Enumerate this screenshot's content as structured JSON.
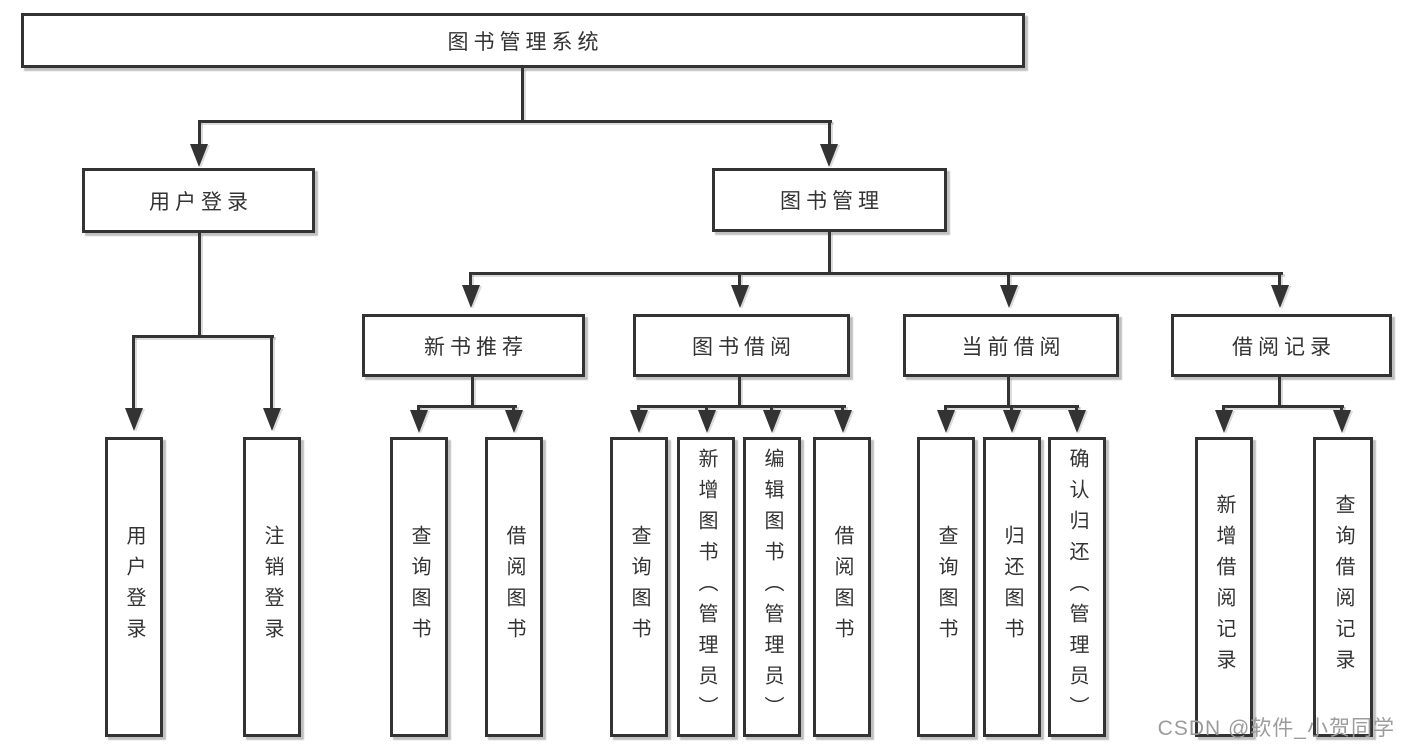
{
  "diagram_type": "hierarchy-function-structure",
  "tree": {
    "root": "图书管理系统",
    "children": [
      {
        "label": "用户登录",
        "children": [
          "用户登录",
          "注销登录"
        ]
      },
      {
        "label": "图书管理",
        "children": [
          {
            "label": "新书推荐",
            "children": [
              "查询图书",
              "借阅图书"
            ]
          },
          {
            "label": "图书借阅",
            "children": [
              "查询图书",
              "新增图书（管理员）",
              "编辑图书（管理员）",
              "借阅图书"
            ]
          },
          {
            "label": "当前借阅",
            "children": [
              "查询图书",
              "归还图书",
              "确认归还（管理员）"
            ]
          },
          {
            "label": "借阅记录",
            "children": [
              "新增借阅记录",
              "查询借阅记录"
            ]
          }
        ]
      }
    ]
  },
  "watermark": "CSDN @软件_小贺同学",
  "colors": {
    "line": "#333333",
    "text": "#333333",
    "fill": "#ffffff",
    "watermark": "#9c9c9c"
  }
}
